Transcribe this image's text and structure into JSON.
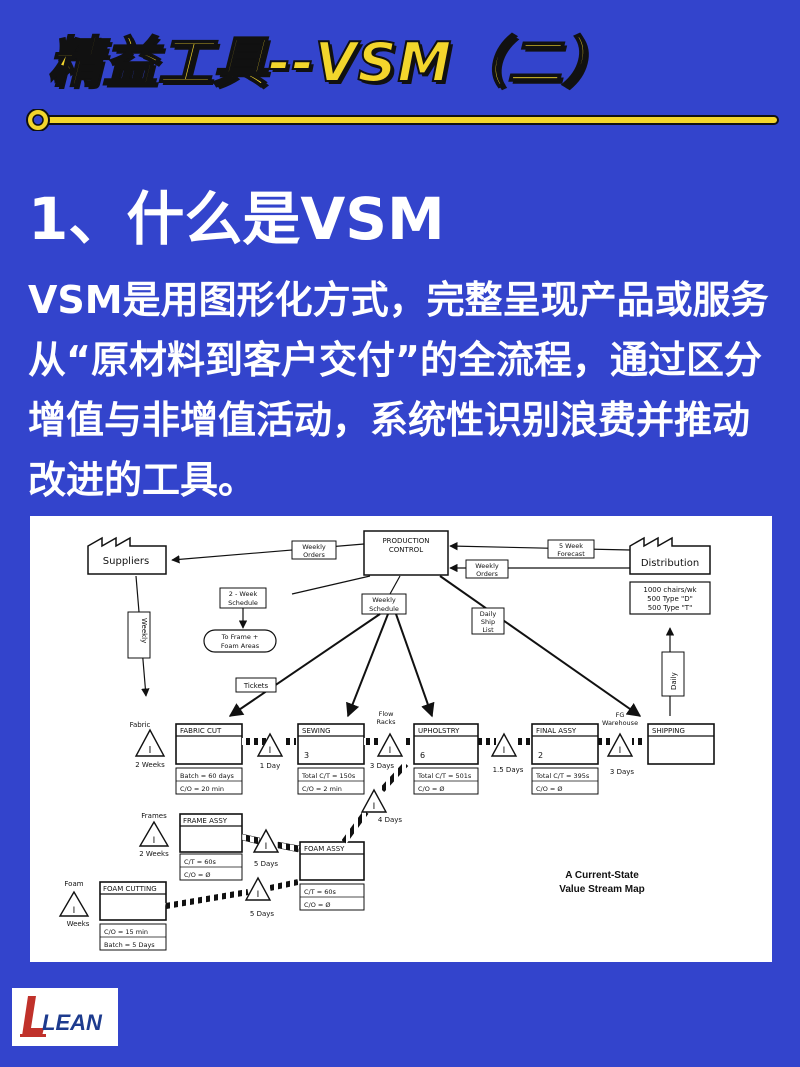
{
  "header": {
    "title": "精益工具--VSM（二）"
  },
  "section": {
    "heading": "1、什么是VSM"
  },
  "intro": {
    "text": "VSM是用图形化方式，完整呈现产品或服务从“原材料到客户交付”的全流程，通过区分增值与非增值活动，系统性识别浪费并推动改进的工具。"
  },
  "diagram": {
    "caption_line1": "A Current-State",
    "caption_line2": "Value Stream Map",
    "production_control": {
      "line1": "PRODUCTION",
      "line2": "CONTROL"
    },
    "suppliers": "Suppliers",
    "distribution": "Distribution",
    "customer_data": {
      "line1": "1000 chairs/wk",
      "line2": "500 Type \"D\"",
      "line3": "500 Type \"T\""
    },
    "weekly_orders_left": {
      "line1": "Weekly",
      "line2": "Orders"
    },
    "five_week_forecast": {
      "line1": "5 Week",
      "line2": "Forecast"
    },
    "weekly_orders_right": {
      "line1": "Weekly",
      "line2": "Orders"
    },
    "two_week_schedule": {
      "line1": "2 - Week",
      "line2": "Schedule"
    },
    "to_frame_foam": {
      "line1": "To Frame +",
      "line2": "Foam Areas"
    },
    "weekly_schedule": {
      "line1": "Weekly",
      "line2": "Schedule"
    },
    "daily_ship_list": {
      "line1": "Daily",
      "line2": "Ship",
      "line3": "List"
    },
    "tickets": "Tickets",
    "weekly_truck": "Weekly",
    "daily_truck": "Daily",
    "inventory_mark": "I",
    "inventory_labels": {
      "fabric": "Fabric",
      "fabric_time": "2 Weeks",
      "after_fabric_cut": "1 Day",
      "flow_racks": {
        "line1": "Flow",
        "line2": "Racks"
      },
      "after_sewing": "3 Days",
      "after_upholstry": "1.5 Days",
      "fg_warehouse": {
        "line1": "FG",
        "line2": "Warehouse"
      },
      "before_shipping": "3 Days",
      "frames": "Frames",
      "frames_time": "2 Weeks",
      "after_frame_assy": "5 Days",
      "after_foam_assy": "4 Days",
      "foam": "Foam",
      "foam_time": "Weeks",
      "after_foam_cutting": "5 Days"
    },
    "processes": {
      "fabric_cut": {
        "name": "FABRIC CUT",
        "data1": "Batch = 60 days",
        "data2": "C/O = 20 min"
      },
      "sewing": {
        "name": "SEWING",
        "operators": "3",
        "data1": "Total C/T = 150s",
        "data2": "C/O = 2 min"
      },
      "upholstry": {
        "name": "UPHOLSTRY",
        "operators": "6",
        "data1": "Total C/T = 501s",
        "data2": "C/O = Ø"
      },
      "final_assy": {
        "name": "FINAL ASSY",
        "operators": "2",
        "data1": "Total C/T = 395s",
        "data2": "C/O = Ø"
      },
      "shipping": {
        "name": "SHIPPING"
      },
      "frame_assy": {
        "name": "FRAME ASSY",
        "data1": "C/T = 60s",
        "data2": "C/O = Ø"
      },
      "foam_assy": {
        "name": "FOAM ASSY",
        "data1": "C/T = 60s",
        "data2": "C/O = Ø"
      },
      "foam_cutting": {
        "name": "FOAM CUTTING",
        "data1": "C/O = 15 min",
        "data2": "Batch = 5 Days"
      }
    }
  },
  "logo": {
    "text": "LEAN"
  },
  "colors": {
    "background": "#3344cc",
    "accent": "#f3d62c",
    "text": "#ffffff"
  }
}
